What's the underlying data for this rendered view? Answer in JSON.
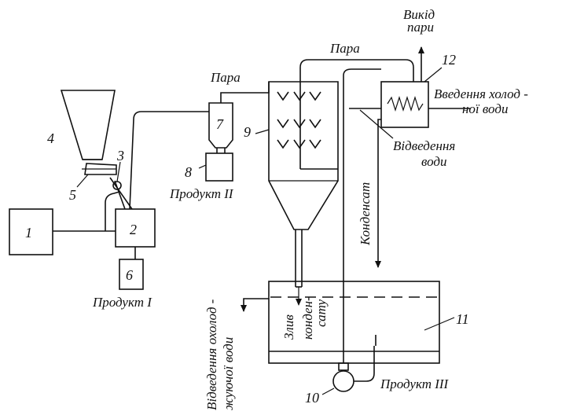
{
  "labels": {
    "steam_out": [
      "Викід",
      "пари"
    ],
    "steam_top": "Пара",
    "steam_left": "Пара",
    "cold_water_in": [
      "Введення холод -",
      "ної води"
    ],
    "water_out": [
      "Відведення",
      "води"
    ],
    "condensate": "Конденсат",
    "product_1": "Продукт I",
    "product_2": "Продукт II",
    "product_3": "Продукт III",
    "drain": [
      "Злив",
      "конден-",
      "сату"
    ],
    "cooling_water_out": [
      "Відведення охолод -",
      "жуючої води"
    ]
  },
  "numbers": {
    "n1": "1",
    "n2": "2",
    "n3": "3",
    "n4": "4",
    "n5": "5",
    "n6": "6",
    "n7": "7",
    "n8": "8",
    "n9": "9",
    "n10": "10",
    "n11": "11",
    "n12": "12"
  }
}
